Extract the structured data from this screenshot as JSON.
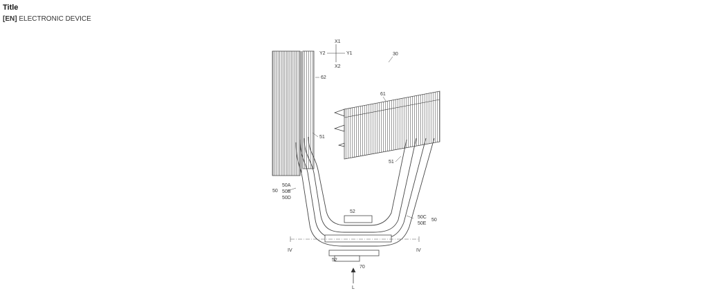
{
  "header": {
    "title": "Title",
    "lang_tag": "[EN]",
    "document_title": "ELECTRONIC DEVICE"
  },
  "figure": {
    "labels": {
      "ref_30": "30",
      "ref_61": "61",
      "ref_62": "62",
      "ref_51_upper": "51",
      "ref_51_lower": "51",
      "ref_52_upper": "52",
      "ref_52_lower": "52",
      "ref_70": "70",
      "ref_50_left": "50",
      "ref_50A": "50A",
      "ref_50B": "50B",
      "ref_50D": "50D",
      "ref_50C": "50C",
      "ref_50E": "50E",
      "ref_50_right": "50",
      "section_left": "IV",
      "section_right": "IV",
      "arrow_L": "L",
      "axis_x1": "X1",
      "axis_x2": "X2",
      "axis_y1": "Y1",
      "axis_y2": "Y2"
    }
  }
}
